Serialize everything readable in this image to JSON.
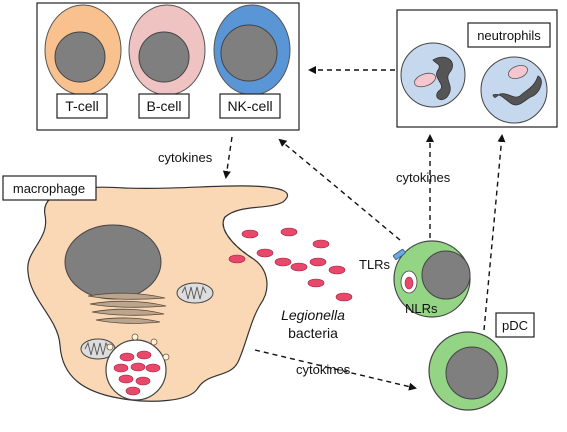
{
  "labels": {
    "tcell": "T-cell",
    "bcell": "B-cell",
    "nkcell": "NK-cell",
    "neutrophils": "neutrophils",
    "macrophage": "macrophage",
    "cytokines_top": "cytokines",
    "cytokines_right": "cytokines",
    "cytokines_bottom": "cytokines",
    "tlrs": "TLRs",
    "nlrs": "NLRs",
    "legionella": "Legionella",
    "bacteria": "bacteria",
    "pdc": "pDC"
  },
  "colors": {
    "tcell": "#f9c18e",
    "bcell": "#f0c3c3",
    "nkcell": "#5a95d6",
    "nucleus": "#7f7f7f",
    "macrophage": "#fad7b5",
    "bacterium": "#e8496b",
    "neutrophil": "#c5d8ee",
    "green_cell": "#94d585"
  }
}
